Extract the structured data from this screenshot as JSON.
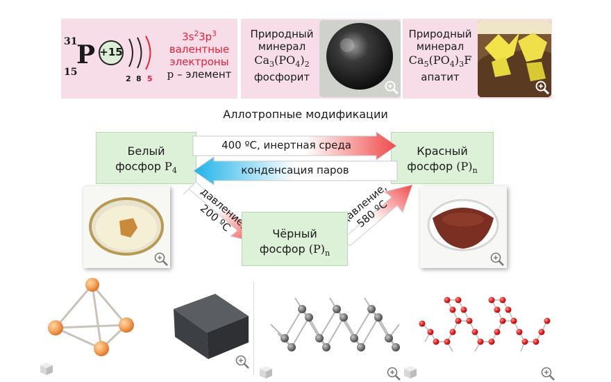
{
  "element": {
    "mass_number": "31",
    "atomic_number": "15",
    "symbol": "P",
    "nucleus_charge": "+15",
    "shell_counts": [
      "2",
      "8",
      "5"
    ],
    "config_main": "3s",
    "config_exp1": "2",
    "config_mid": "3p",
    "config_exp2": "3",
    "valence_line1": "валентные",
    "valence_line2": "электроны",
    "block_letter": "p",
    "block_text": " – элемент"
  },
  "minerals": [
    {
      "line1": "Природный",
      "line2": "минерал",
      "formula": [
        "Ca",
        "3",
        "(PO",
        "4",
        ")",
        "2"
      ],
      "name": "фосфорит"
    },
    {
      "line1": "Природный",
      "line2": "минерал",
      "formula": [
        "Ca",
        "5",
        "(PO",
        "4",
        ")",
        "3",
        "F"
      ],
      "name": "апатит"
    }
  ],
  "allotropes_title": "Аллотропные модификации",
  "white": {
    "line1": "Белый",
    "line2_text": "фосфор ",
    "line2_formula": "P",
    "line2_sub": "4"
  },
  "red": {
    "line1": "Красный",
    "line2_text": "фосфор ",
    "line2_formula": "(P)",
    "line2_sub": "n"
  },
  "black": {
    "line1": "Чёрный",
    "line2_text": "фосфор ",
    "line2_formula": "(P)",
    "line2_sub": "n"
  },
  "arrows": {
    "top": "400 ºС, инертная среда",
    "bottom": "конденсация паров",
    "left_line1": "давление,",
    "left_line2": "200 ºС",
    "right_line1": "давление,",
    "right_line2": "580 ºС"
  },
  "colors": {
    "pink": "#f6dde8",
    "green": "#ddf0d8",
    "red_text": "#e8203a",
    "arrow_red": "#f04a4a",
    "arrow_blue": "#1fb3e8"
  },
  "icons": [
    "zoom-icon",
    "cube-3d-icon"
  ]
}
